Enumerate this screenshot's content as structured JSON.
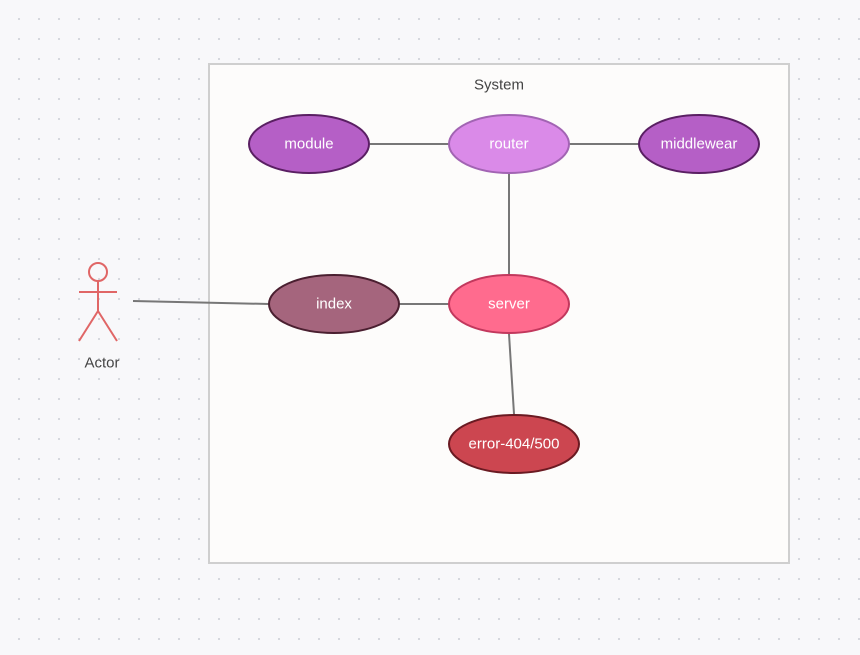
{
  "system": {
    "title": "System"
  },
  "actor": {
    "label": "Actor",
    "color": "#e06666"
  },
  "nodes": {
    "module": {
      "label": "module",
      "fill": "#b55fc6",
      "stroke": "#5a1f63"
    },
    "router": {
      "label": "router",
      "fill": "#da8ae8",
      "stroke": "#a264b3"
    },
    "middlewear": {
      "label": "middlewear",
      "fill": "#b55fc6",
      "stroke": "#5a1f63"
    },
    "index": {
      "label": "index",
      "fill": "#a5657d",
      "stroke": "#4a1f30"
    },
    "server": {
      "label": "server",
      "fill": "#ff6b8e",
      "stroke": "#c2385d"
    },
    "error": {
      "label": "error-404/500",
      "fill": "#cc4650",
      "stroke": "#6a1a22"
    }
  },
  "edges": [
    {
      "from": "module",
      "to": "router"
    },
    {
      "from": "router",
      "to": "middlewear"
    },
    {
      "from": "router",
      "to": "server"
    },
    {
      "from": "actor",
      "to": "index"
    },
    {
      "from": "index",
      "to": "server"
    },
    {
      "from": "server",
      "to": "error"
    }
  ]
}
